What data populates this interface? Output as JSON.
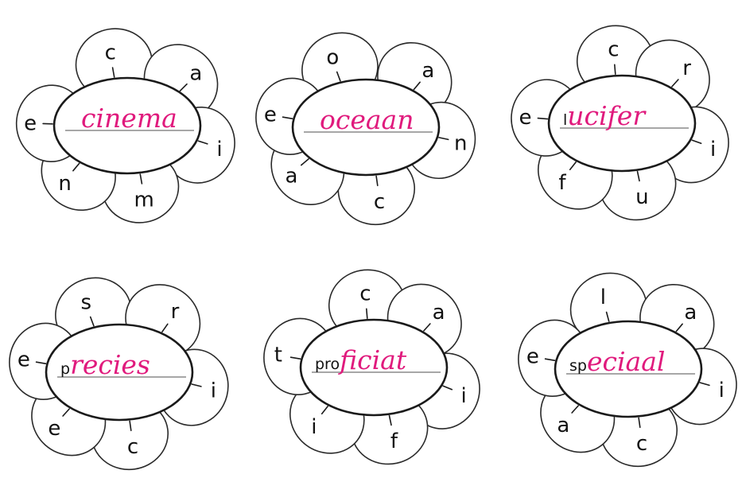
{
  "colors": {
    "handwriting": "#e01a7d",
    "outline": "#1a1a1a",
    "rule": "#8a8a8a",
    "background": "#ffffff"
  },
  "flowers": [
    {
      "prefix": "",
      "word": "cinema",
      "petal_letters": [
        "c",
        "a",
        "i",
        "m",
        "n",
        "e"
      ]
    },
    {
      "prefix": "",
      "word": "oceaan",
      "petal_letters": [
        "o",
        "a",
        "n",
        "c",
        "a",
        "e"
      ]
    },
    {
      "prefix": "l",
      "word": "ucifer",
      "petal_letters": [
        "c",
        "r",
        "i",
        "u",
        "f",
        "e"
      ]
    },
    {
      "prefix": "p",
      "word": "recies",
      "petal_letters": [
        "s",
        "r",
        "i",
        "c",
        "e",
        "e"
      ]
    },
    {
      "prefix": "pro",
      "word": "ficiat",
      "petal_letters": [
        "c",
        "a",
        "i",
        "f",
        "i",
        "t"
      ]
    },
    {
      "prefix": "sp",
      "word": "eciaal",
      "petal_letters": [
        "l",
        "a",
        "i",
        "c",
        "a",
        "e"
      ]
    }
  ]
}
